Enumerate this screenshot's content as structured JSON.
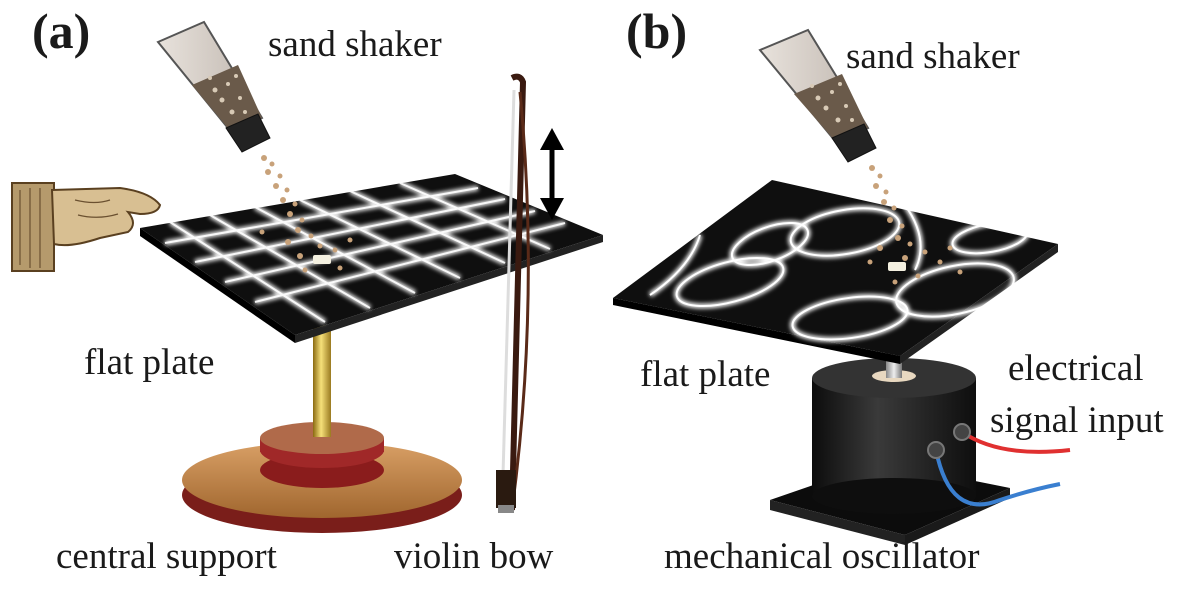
{
  "panel_a": {
    "letter": "(a)",
    "sand_shaker": "sand shaker",
    "flat_plate": "flat plate",
    "central_support": "central support",
    "violin_bow": "violin bow"
  },
  "panel_b": {
    "letter": "(b)",
    "sand_shaker": "sand shaker",
    "flat_plate": "flat plate",
    "electrical_line1": "electrical",
    "electrical_line2": "signal input",
    "mechanical_oscillator": "mechanical oscillator"
  },
  "colors": {
    "plate": "#111111",
    "nodal_lines": "#ffffff",
    "sand": "#c8a27a",
    "support_top": "#8a1c1c",
    "support_base": "#b87a3a",
    "oscillator": "#1c1c1c",
    "wire_red": "#e03030",
    "wire_blue": "#3a7fd0"
  }
}
